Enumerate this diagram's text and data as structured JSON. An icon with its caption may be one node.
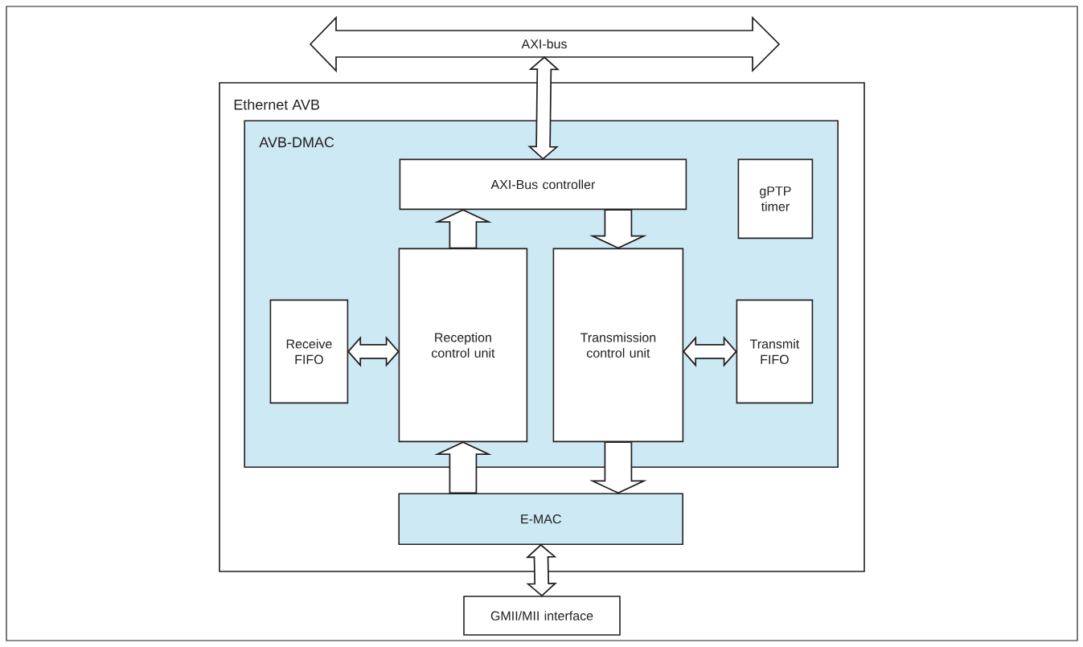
{
  "diagram": {
    "nodes": [
      {
        "text": [
          "AXI-bus"
        ]
      },
      {
        "text": [
          "Ethernet AVB"
        ]
      },
      {
        "text": [
          "AVB-DMAC"
        ],
        "in": 1
      },
      {
        "text": [
          "AXI-Bus controller"
        ],
        "in": 2
      },
      {
        "text": [
          "gPTP timer"
        ],
        "in": 2
      },
      {
        "text": [
          "Receive FIFO"
        ],
        "in": 2
      },
      {
        "text": [
          "Reception control unit"
        ],
        "in": 2
      },
      {
        "text": [
          "Transmission control unit"
        ],
        "in": 2
      },
      {
        "text": [
          "Transmit FIFO"
        ],
        "in": 2
      },
      {
        "text": [
          "E-MAC"
        ],
        "in": 1
      },
      {
        "text": [
          "GMII/MII interface"
        ]
      }
    ],
    "edges": [
      {
        "from": 0,
        "to": 3,
        "arrow": "both"
      },
      {
        "from": 6,
        "to": 3,
        "arrow": "to"
      },
      {
        "from": 3,
        "to": 7,
        "arrow": "to"
      },
      {
        "from": 5,
        "to": 6,
        "arrow": "both"
      },
      {
        "from": 7,
        "to": 8,
        "arrow": "both"
      },
      {
        "from": 9,
        "to": 6,
        "arrow": "to"
      },
      {
        "from": 7,
        "to": 9,
        "arrow": "to"
      },
      {
        "from": 9,
        "to": 10,
        "arrow": "both"
      }
    ]
  }
}
